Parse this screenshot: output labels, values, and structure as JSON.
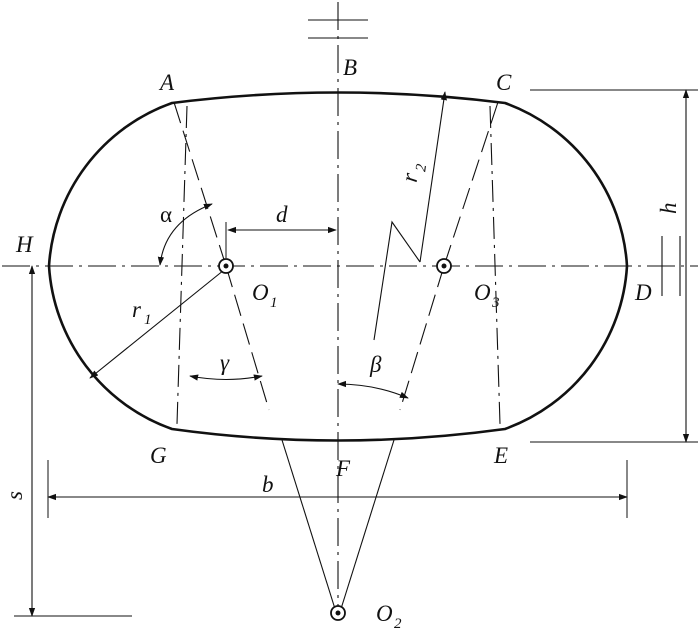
{
  "points": {
    "A": "A",
    "B": "B",
    "C": "C",
    "D": "D",
    "E": "E",
    "F": "F",
    "G": "G",
    "H": "H"
  },
  "centers": {
    "o1": {
      "main": "O",
      "sub": "1"
    },
    "o2": {
      "main": "O",
      "sub": "2"
    },
    "o3": {
      "main": "O",
      "sub": "3"
    }
  },
  "radii": {
    "r1": {
      "main": "r",
      "sub": "1"
    },
    "r2": {
      "main": "r",
      "sub": "2"
    }
  },
  "dimensions": {
    "d": "d",
    "b": "b",
    "h": "h",
    "s": "s"
  },
  "angles": {
    "alpha": "α",
    "beta": "β",
    "gamma": "γ"
  }
}
